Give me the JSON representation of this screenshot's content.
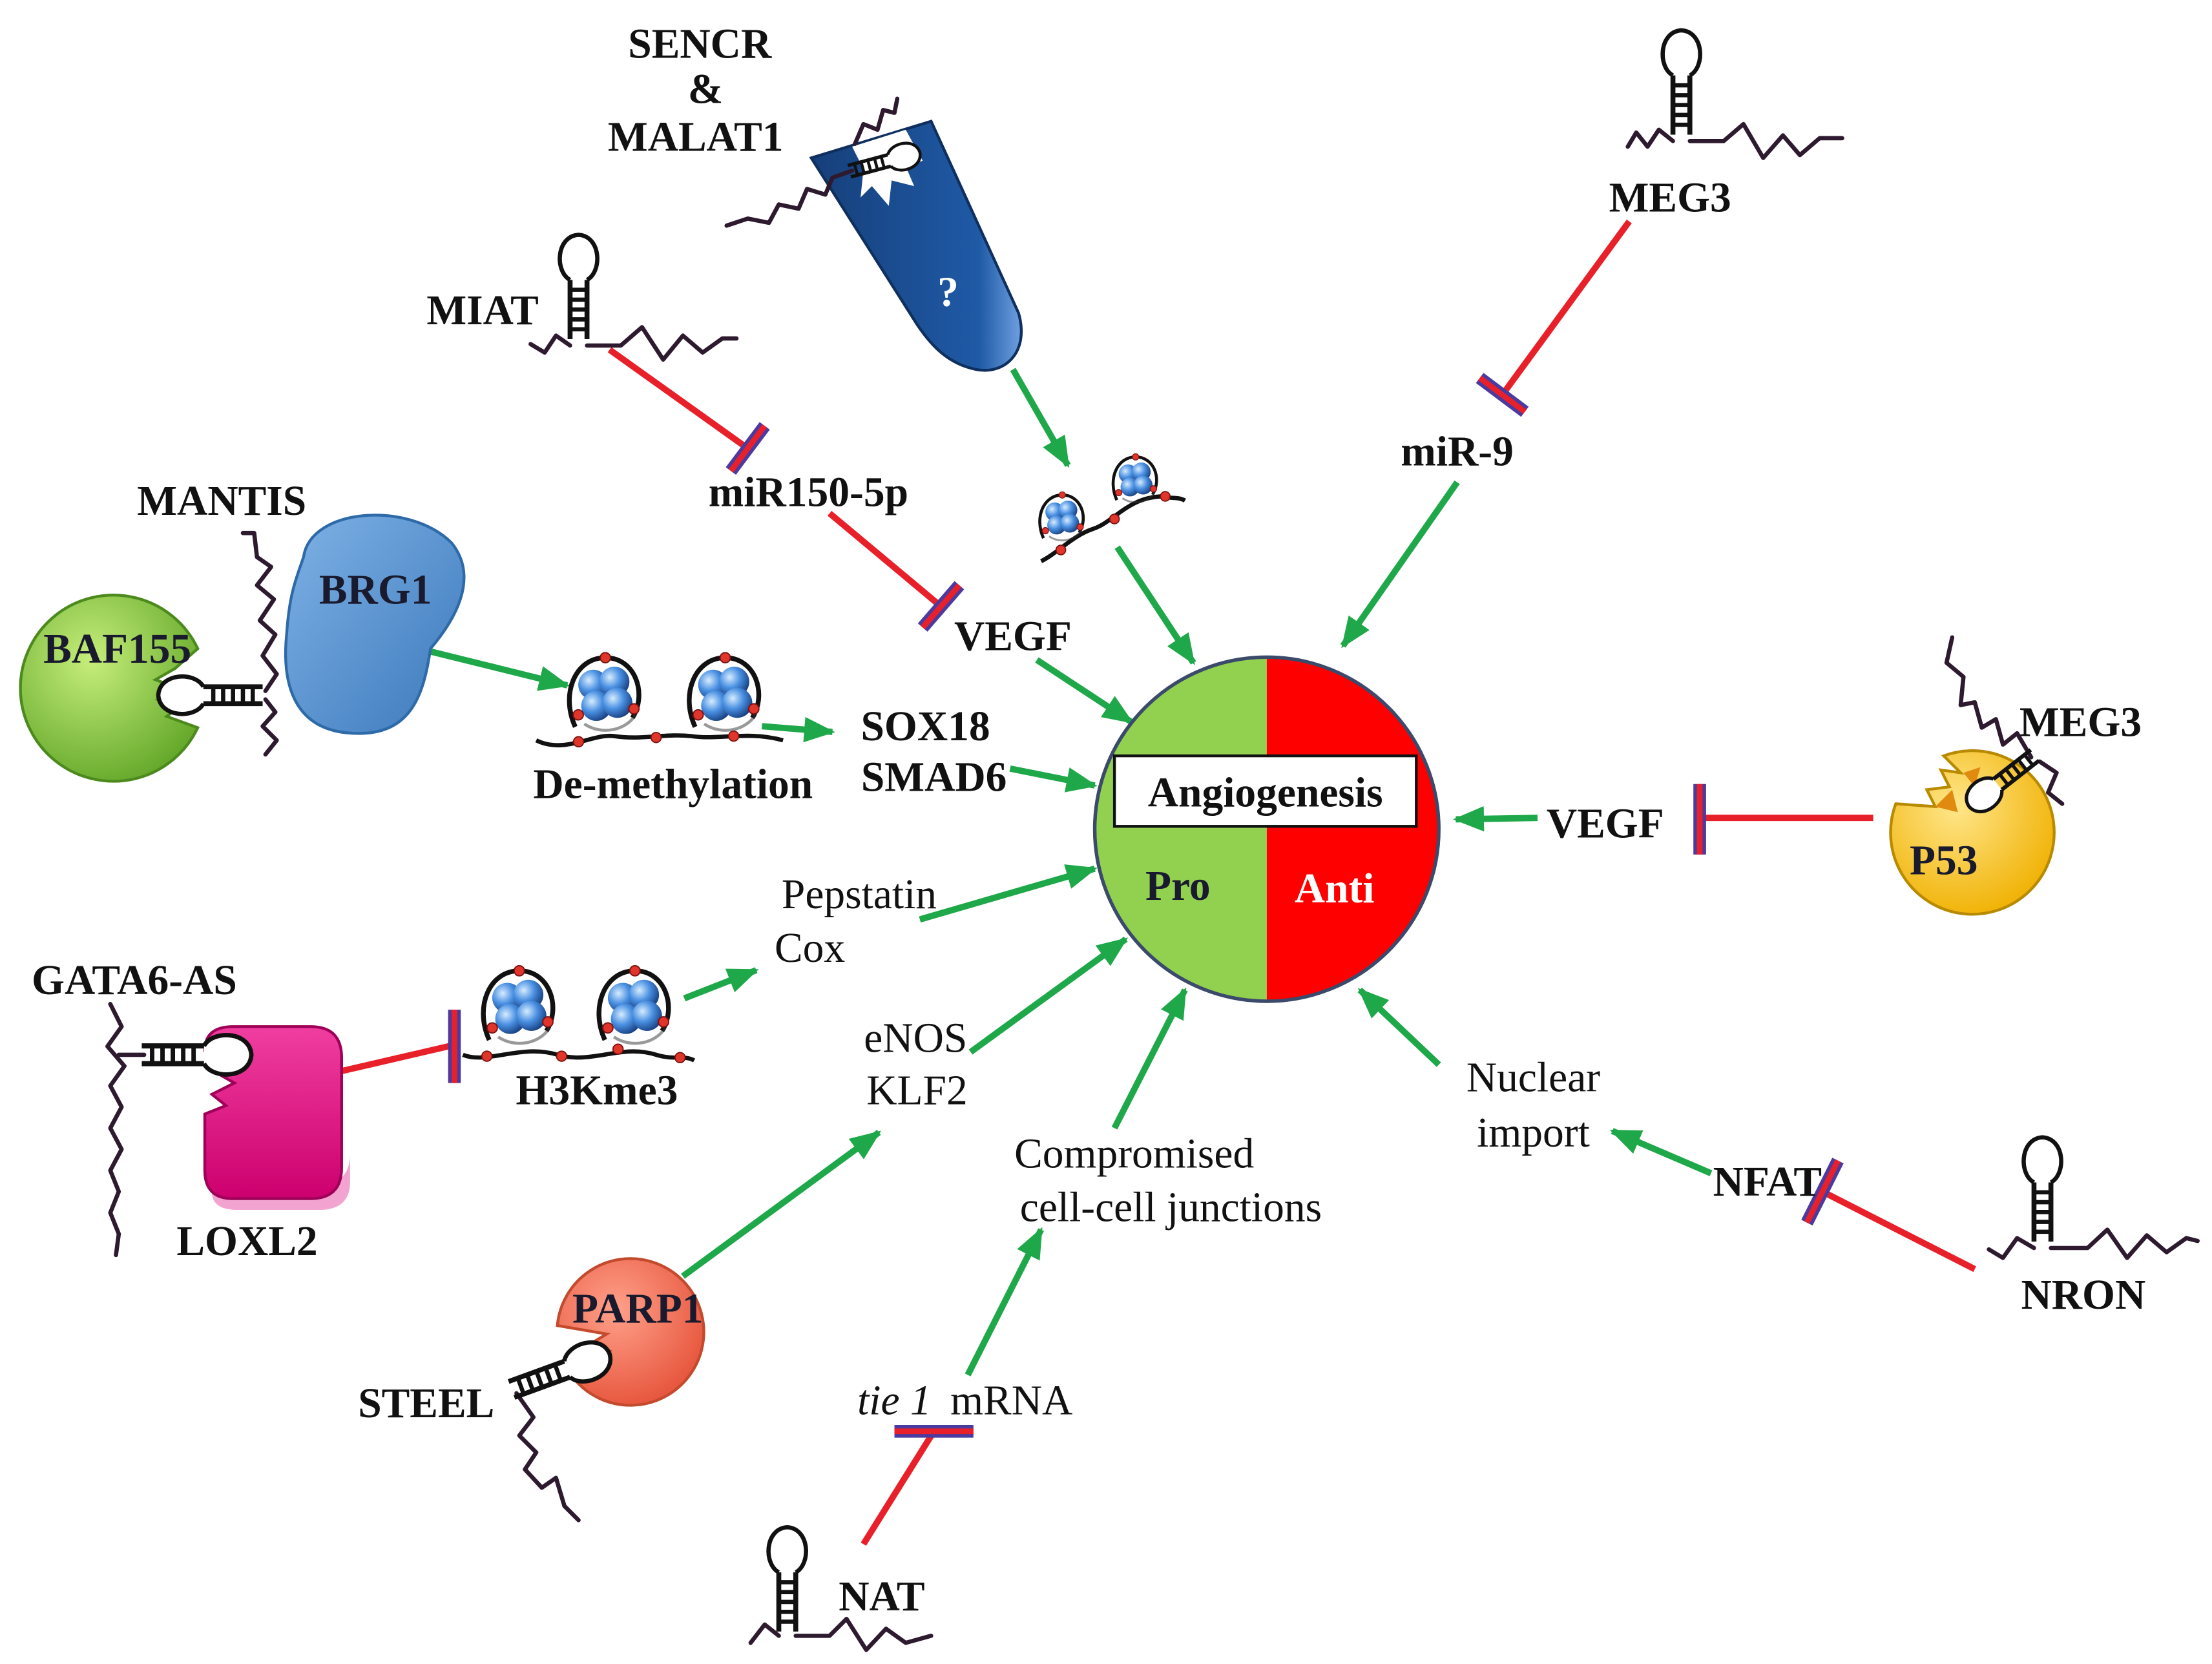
{
  "diagram": {
    "sencr": {
      "name_1": "SENCR",
      "joiner": "&",
      "name_2": "MALAT1",
      "unknown_partner": "?"
    },
    "meg3_top": "MEG3",
    "mir9": "miR-9",
    "miat": "MIAT",
    "mir150": "miR150-5p",
    "mantis": "MANTIS",
    "brg1": "BRG1",
    "baf155": "BAF155",
    "vegf_left": "VEGF",
    "sox18": "SOX18",
    "smad6": "SMAD6",
    "demethylation": "De-methylation",
    "meg3_right": "MEG3",
    "p53": "P53",
    "vegf_right": "VEGF",
    "pepstatin": "Pepstatin",
    "cox": "Cox",
    "gata6_as": "GATA6-AS",
    "h3kme3": "H3Kme3",
    "loxl2": "LOXL2",
    "enos": "eNOS",
    "klf2": "KLF2",
    "junctions_line1": "Compromised",
    "junctions_line2": "cell-cell junctions",
    "nuclear_line1": "Nuclear",
    "nuclear_line2": "import",
    "nfat": "NFAT",
    "nron": "NRON",
    "parp1": "PARP1",
    "steel": "STEEL",
    "tie1_gene": "tie 1",
    "tie1_suffix": "mRNA",
    "nat": "NAT"
  },
  "center": {
    "title": "Angiogenesis",
    "pro": "Pro",
    "anti": "Anti"
  },
  "colors": {
    "pro": "#92d050",
    "anti": "#ff0000",
    "activation": "#1fa84a",
    "inhibition": "#e8202a"
  }
}
